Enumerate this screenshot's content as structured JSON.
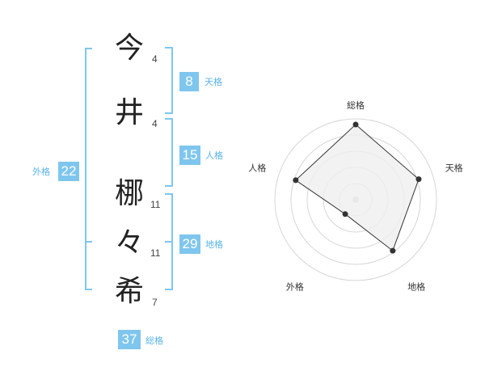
{
  "name_chars": [
    {
      "char": "今",
      "strokes": "4"
    },
    {
      "char": "井",
      "strokes": "4"
    },
    {
      "char": "梛",
      "strokes": "11"
    },
    {
      "char": "々",
      "strokes": "11"
    },
    {
      "char": "希",
      "strokes": "7"
    }
  ],
  "fortunes": {
    "tenkaku": {
      "label": "天格",
      "value": "8"
    },
    "jinkaku": {
      "label": "人格",
      "value": "15"
    },
    "chikaku": {
      "label": "地格",
      "value": "29"
    },
    "gaikaku": {
      "label": "外格",
      "value": "22"
    },
    "soukaku": {
      "label": "総格",
      "value": "37"
    }
  },
  "colors": {
    "accent": "#7fc6ee",
    "accent_text": "#58b4e8",
    "radar_fill": "#efefef",
    "radar_line": "#333333",
    "grid": "#d6d6d6"
  },
  "chart_data": {
    "type": "radar",
    "axes": [
      "総格",
      "天格",
      "地格",
      "外格",
      "人格"
    ],
    "values": [
      0.93,
      0.82,
      0.78,
      0.22,
      0.78
    ],
    "range": [
      0,
      1
    ],
    "rings": 5
  }
}
